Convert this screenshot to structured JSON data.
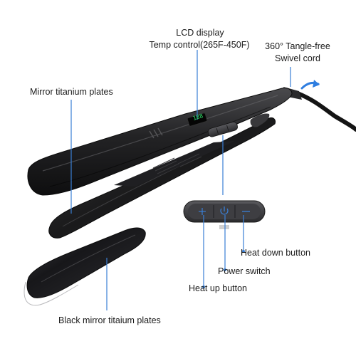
{
  "callouts": {
    "lcd_display": "LCD display",
    "temp_control": "Temp control(265F-450F)",
    "tangle_free_line1": "360° Tangle-free",
    "tangle_free_line2": "Swivel cord",
    "mirror_plates": "Mirror titanium plates",
    "heat_down": "Heat down button",
    "power_switch": "Power switch",
    "heat_up": "Heat up button",
    "black_mirror_plates": "Black mirror titaium plates"
  },
  "lcd_reading": "188",
  "colors": {
    "callout_line": "#3a7fd5",
    "device_body": "#1c1c1e",
    "lcd_text": "#32e26a"
  },
  "icons": [
    "heat-up-icon",
    "power-icon",
    "heat-down-icon",
    "swivel-arrow-icon"
  ]
}
